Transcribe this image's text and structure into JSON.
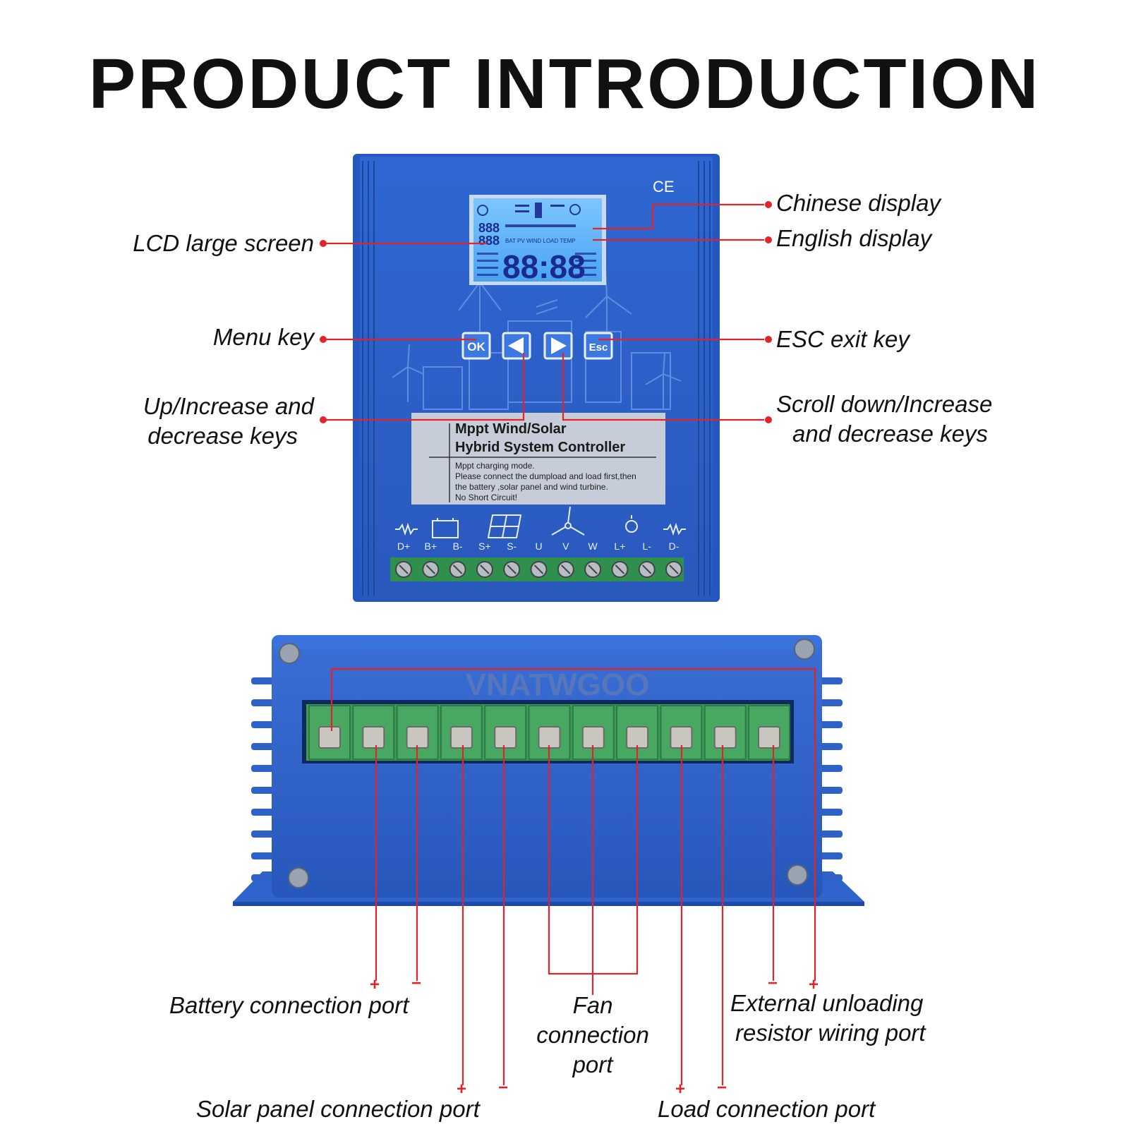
{
  "header": {
    "title": "PRODUCT INTRODUCTION"
  },
  "callouts": {
    "chinese_display": "Chinese display",
    "english_display": "English display",
    "lcd_large_screen": "LCD large screen",
    "menu_key": "Menu key",
    "esc_exit_key": "ESC exit key",
    "up_increase_line1": "Up/Increase and",
    "up_increase_line2": "decrease keys",
    "scroll_down_line1": "Scroll down/Increase",
    "scroll_down_line2": "and decrease keys"
  },
  "ports": {
    "battery": "Battery connection port",
    "fan_line1": "Fan",
    "fan_line2": "connection",
    "fan_line3": "port",
    "external_line1": "External unloading",
    "external_line2": "resistor wiring port",
    "solar": "Solar panel connection port",
    "load": "Load connection port",
    "plus": "+",
    "minus": "−"
  },
  "device": {
    "ce_mark": "CE",
    "lcd_digits": "88:88",
    "lcd_small1": "888",
    "lcd_small2": "888",
    "lcd_row_labels": "BAT PV WIND LOAD TEMP",
    "buttons": {
      "ok": "OK",
      "left": "◀",
      "right": "▶",
      "esc": "Esc"
    },
    "panel_title_line1": "Mppt Wind/Solar",
    "panel_title_line2": "Hybrid System Controller",
    "panel_note1": "Mppt charging mode.",
    "panel_note2": "Please connect the dumpload and load first,then",
    "panel_note3": "the battery ,solar panel and wind turbine.",
    "panel_note4": "No Short Circuit!",
    "terminals": [
      "D+",
      "B+",
      "B-",
      "S+",
      "S-",
      "U",
      "V",
      "W",
      "L+",
      "L-",
      "D-"
    ],
    "brand": "VNATWGOO"
  },
  "colors": {
    "device_blue": "#2f63c8",
    "device_dark": "#1e4aa8",
    "terminal_green": "#3f9b57",
    "callout_red": "#e0242a"
  }
}
